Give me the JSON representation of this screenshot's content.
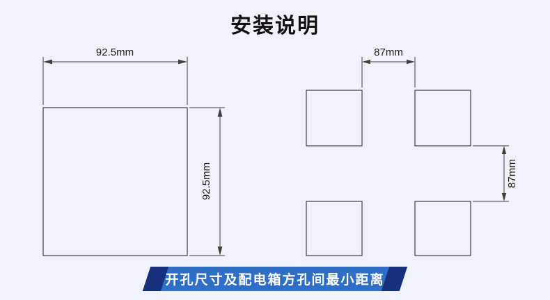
{
  "page": {
    "title": "安装说明",
    "background": "#eef3f9"
  },
  "left_drawing": {
    "description": "single mounting hole",
    "width_label": "92.5mm",
    "height_label": "92.5mm"
  },
  "right_drawing": {
    "description": "four adjacent holes minimum spacing",
    "gap_horizontal_label": "87mm",
    "gap_vertical_label": "87mm"
  },
  "banner": {
    "text": "开孔尺寸及配电箱方孔间最小距离",
    "bg": "#2f6ec5",
    "edge": "#16307c"
  },
  "line_color": "#3f3f3f"
}
